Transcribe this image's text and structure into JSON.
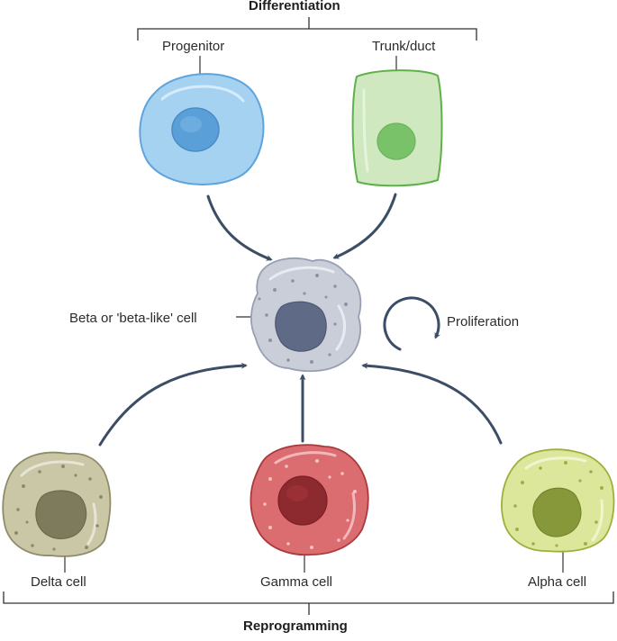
{
  "titles": {
    "top": "Differentiation",
    "bottom": "Reprogramming"
  },
  "cells": {
    "progenitor": "Progenitor",
    "trunk_duct": "Trunk/duct",
    "beta": "Beta or 'beta-like' cell",
    "delta": "Delta cell",
    "gamma": "Gamma cell",
    "alpha": "Alpha cell"
  },
  "process": {
    "proliferation": "Proliferation"
  },
  "colors": {
    "arrow": "#3c4e66",
    "progenitor": "#9fcdef",
    "trunk_duct": "#cfe7bf",
    "beta": "#c9ced9",
    "delta": "#c9c6a6",
    "gamma": "#db6b6f",
    "alpha": "#dde79a"
  }
}
